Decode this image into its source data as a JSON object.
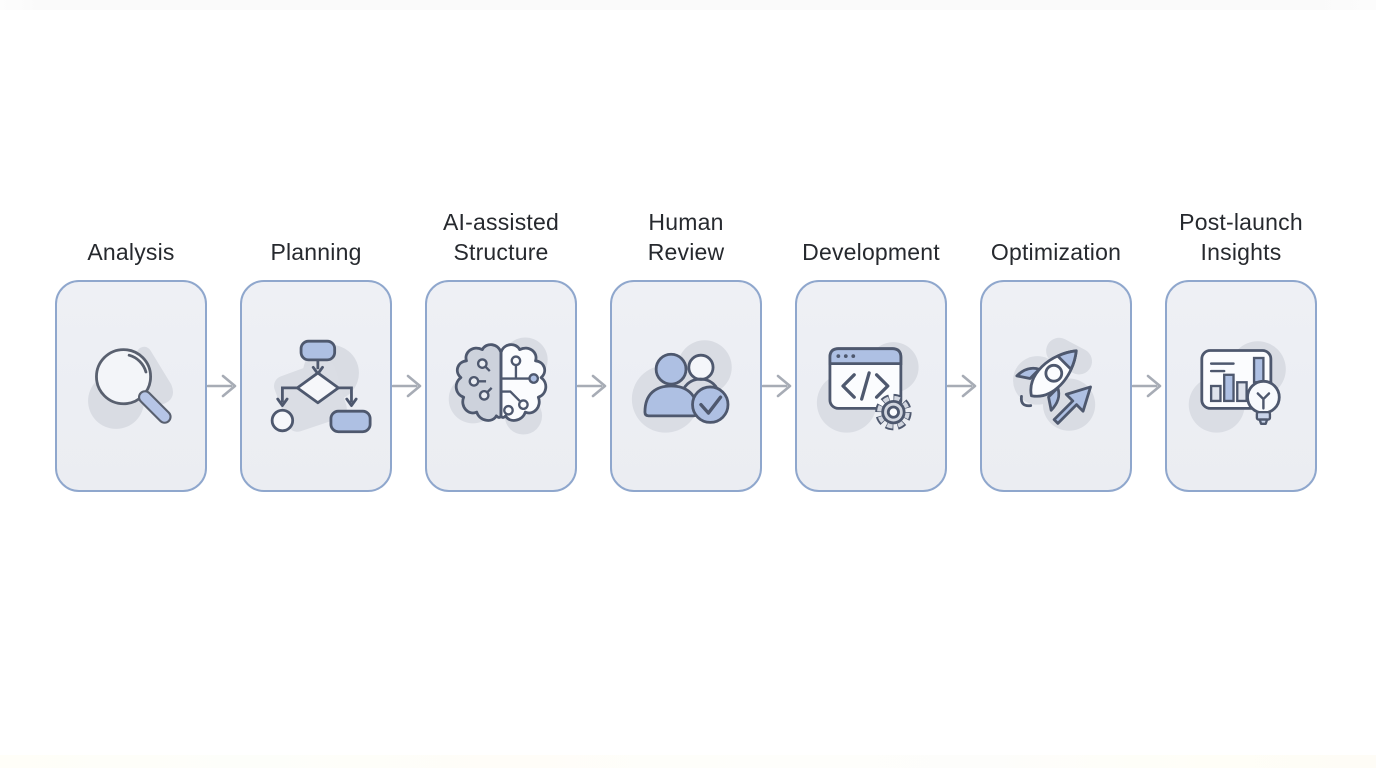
{
  "page": {
    "background": "#ffffff",
    "top_strip_color": "#fafafa",
    "bottom_strip_color": "#fffdf7"
  },
  "diagram": {
    "stages": [
      {
        "label": "Analysis",
        "icon": "magnifier-icon"
      },
      {
        "label": "Planning",
        "icon": "flowchart-icon"
      },
      {
        "label": "AI-assisted\nStructure",
        "icon": "brain-circuit-icon"
      },
      {
        "label": "Human\nReview",
        "icon": "people-check-icon"
      },
      {
        "label": "Development",
        "icon": "code-window-gear-icon"
      },
      {
        "label": "Optimization",
        "icon": "rocket-icon"
      },
      {
        "label": "Post-launch\nInsights",
        "icon": "chart-bulb-icon"
      }
    ],
    "arrow_count": 6,
    "colors": {
      "card_background": "#edeff4",
      "card_border": "#8fa7cd",
      "icon_outline": "#4e586e",
      "icon_accent_fill": "#aec0e3",
      "icon_blob": "#d9dce3",
      "arrow": "#a7acb5",
      "label_text": "#26292e"
    }
  }
}
